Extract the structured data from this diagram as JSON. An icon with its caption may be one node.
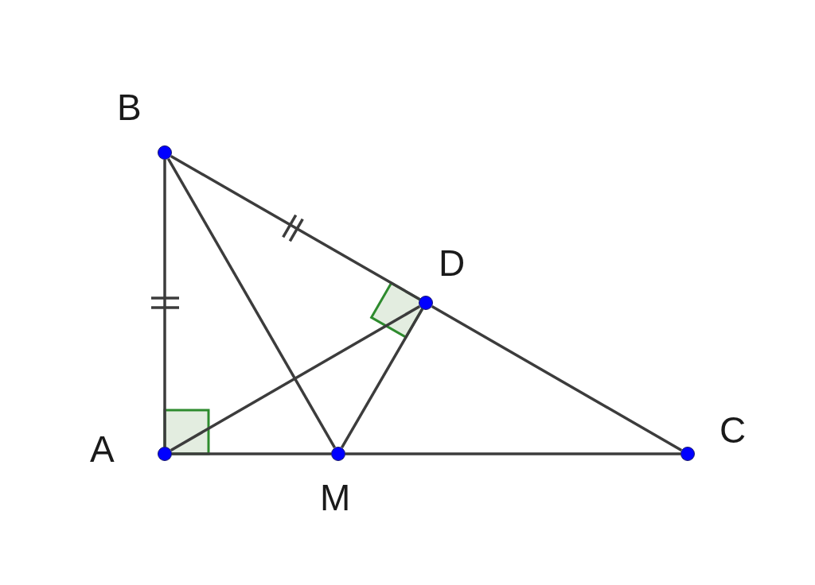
{
  "diagram": {
    "nodes": [
      {
        "text": [],
        "shape": "circle",
        "beside": [
          "B"
        ]
      },
      {
        "text": [],
        "shape": "circle",
        "beside": [
          "D"
        ]
      },
      {
        "text": [],
        "shape": "circle",
        "beside": [
          "A"
        ]
      },
      {
        "text": [],
        "shape": "circle",
        "beside": [
          "M"
        ]
      },
      {
        "text": [],
        "shape": "circle",
        "beside": [
          "C"
        ]
      }
    ],
    "edges": [
      {
        "from": 2,
        "to": 0,
        "arrow": "none"
      },
      {
        "from": 0,
        "to": 1,
        "arrow": "none"
      },
      {
        "from": 1,
        "to": 4,
        "arrow": "none"
      },
      {
        "from": 2,
        "to": 3,
        "arrow": "none"
      },
      {
        "from": 3,
        "to": 4,
        "arrow": "none"
      },
      {
        "from": 0,
        "to": 3,
        "arrow": "none"
      },
      {
        "from": 2,
        "to": 1,
        "arrow": "none"
      },
      {
        "from": 1,
        "to": 3,
        "arrow": "none"
      }
    ]
  }
}
